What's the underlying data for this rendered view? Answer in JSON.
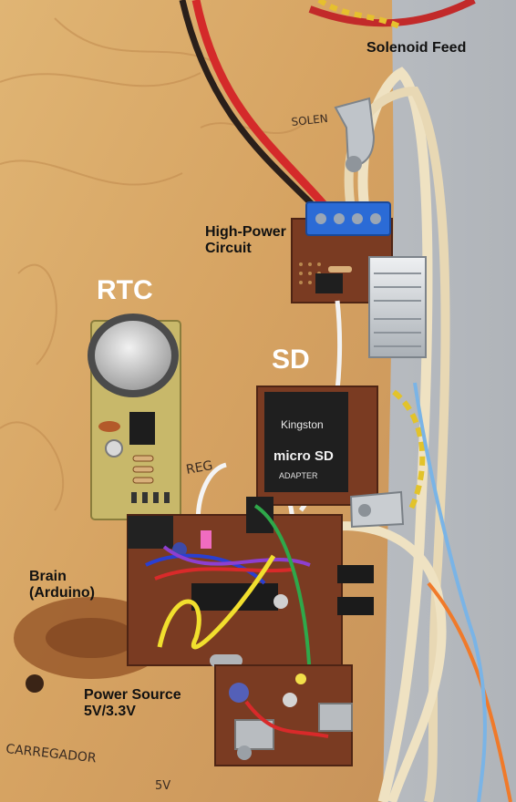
{
  "labels": {
    "solenoid_feed": "Solenoid Feed",
    "high_power_circuit": "High-Power Circuit",
    "rtc": "RTC",
    "sd": "SD",
    "brain": "Brain (Arduino)",
    "power_source": "Power Source 5V/3.3V"
  },
  "handwriting": {
    "solen": "SOLEN",
    "carregador": "CARREGADOR",
    "five_v": "5V",
    "reg": "REG"
  },
  "printed": {
    "card_brand": "Kingston",
    "card_type": "micro SD",
    "card_adapter": "ADAPTER"
  },
  "colors": {
    "wood": "#d9a866",
    "wall": "#b9bdc2",
    "pcb_green": "#c8b86a",
    "pcb_brown": "#7a3b22",
    "wire_red": "#d42a2a",
    "wire_cream": "#efe2c2",
    "terminal_blue": "#2b6bd6"
  }
}
